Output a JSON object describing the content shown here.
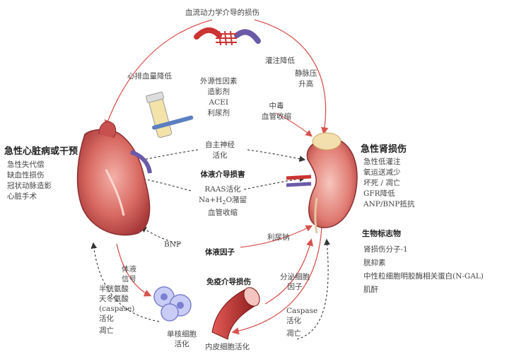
{
  "top_label": "血流动力学介导的损伤",
  "left_arc_label": "心排血量降低",
  "exogenous": [
    "外源性因素",
    "造影剂",
    "ACEI",
    "利尿剂"
  ],
  "right_top": {
    "perfusion": "灌注降低",
    "venous": [
      "静脉压",
      "升高"
    ],
    "toxic": [
      "中毒",
      "血管收缩"
    ]
  },
  "autonomic": [
    "自主神经",
    "活化"
  ],
  "fluid_injury": {
    "title": "体液介导损害",
    "raas": "RAAS活化",
    "sodium_prefix": "Na+H",
    "sodium_sub": "2",
    "sodium_suffix": "O潴留",
    "vaso": "血管收缩"
  },
  "heart": {
    "title": "急性心脏病或干预",
    "items": [
      "急性失代偿",
      "缺血性损伤",
      "冠状动脉造影",
      "心脏手术"
    ]
  },
  "kidney": {
    "title": "急性肾损伤",
    "items": [
      "急性低灌注",
      "氧运送减少",
      "坏死 / 凋亡",
      "GFR降低",
      "ANP/BNP抵抗"
    ]
  },
  "biomarkers": {
    "title": "生物标志物",
    "items": [
      "肾损伤分子-1",
      "胱抑素",
      "中性粒细胞明胶酶相关蛋白(N-GAL)",
      "肌酐"
    ]
  },
  "bnp": "BNP",
  "fluid_factor": "体液因子",
  "natriuretic": "利尿钠",
  "bodyfluid_signal": [
    "体液",
    "信号"
  ],
  "immune_title": "免疫介导损伤",
  "secretory": [
    "分泌细胞",
    "因子"
  ],
  "caspase_left": [
    "半胱氨酸",
    "天冬氨酸",
    "(caspase)",
    "活化"
  ],
  "apoptosis": "凋亡",
  "caspase_right": [
    "Caspase",
    "活化"
  ],
  "monocyte": [
    "单核细胞",
    "活化"
  ],
  "endothelial": "内皮细胞活化",
  "colors": {
    "arrow_red": "#d9534f",
    "arrow_dark": "#333333",
    "heart": "#c94a4a",
    "kidney": "#d05a55",
    "vessel": "#b62d2d",
    "cells": "#7b7fd0"
  }
}
